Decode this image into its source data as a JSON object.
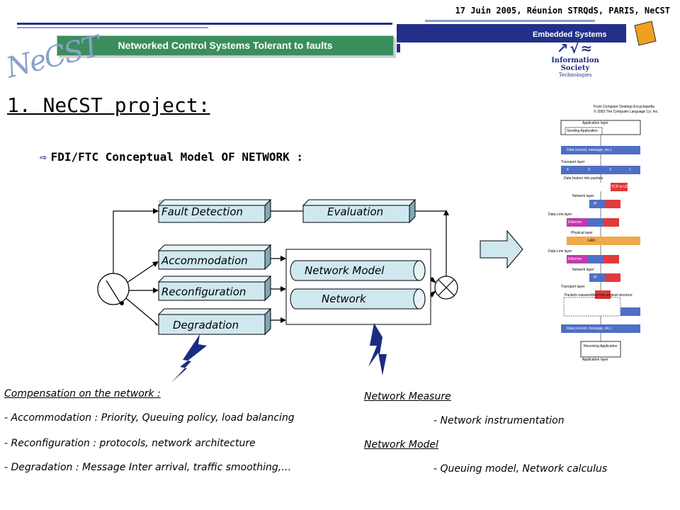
{
  "header": {
    "date_line": "17 Juin 2005, Réunion STRQdS, PARIS, NeCST",
    "embedded_systems": "Embedded Systems",
    "banner": "Networked Control Systems Tolerant to faults",
    "logo_text": "NeCST",
    "ist_icons": "↗√≈",
    "ist_line1": "Information Society",
    "ist_line2": "Technologies"
  },
  "title": "1. NeCST project:",
  "subtitle": "FDI/FTC Conceptual Model OF NETWORK :",
  "subtitle_icon": "right-arrow-icon",
  "boxes": {
    "fault_detection": "Fault Detection",
    "evaluation": "Evaluation",
    "accommodation": "Accommodation",
    "reconfiguration": "Reconfiguration",
    "degradation": "Degradation",
    "network_model": "Network Model",
    "network": "Network"
  },
  "notes": {
    "compensation_title": "Compensation on the network :",
    "compensation_items": [
      "- Accommodation : Priority, Queuing policy, load balancing",
      "- Reconfiguration : protocols, network architecture",
      "- Degradation : Message Inter arrival, traffic smoothing,…"
    ],
    "measure_title": "Network Measure",
    "measure_item": "- Network instrumentation",
    "model_title": "Network Model",
    "model_item": "- Queuing model, Network calculus"
  },
  "stack_figure": {
    "credit1": "From Computer Desktop Encyclopedia",
    "credit2": "© 2003 The Computer Language Co. Inc.",
    "app_layer": "Application layer",
    "sending_app": "Sending Application",
    "data_top": "Data (record, message, etc.)",
    "transport_layer": "Transport layer",
    "n4": "4",
    "n3": "3",
    "n2": "2",
    "n1": "1",
    "broken": "Data broken into packets",
    "tcp": "TCP or UDP",
    "network_layer": "Network layer",
    "ip": "IP",
    "datalink_layer": "Data Link layer",
    "ethernet": "Ethernet",
    "physical_layer": "Physical layer",
    "lan": "LAN",
    "reassembled": "Packets reassembled into original structure",
    "data_bottom": "Data (record, message, etc.)",
    "receiving_app": "Receiving Application",
    "app_layer_bottom": "Application layer"
  },
  "colors": {
    "banner": "#3a8e5c",
    "header_bar": "#23308a",
    "box_face": "#cfe8f0",
    "lightning": "#1b2c80",
    "stack_blue": "#4f6fc6",
    "stack_magenta": "#c23aa9",
    "stack_red": "#e23a3a",
    "stack_orange": "#f0a84a"
  }
}
